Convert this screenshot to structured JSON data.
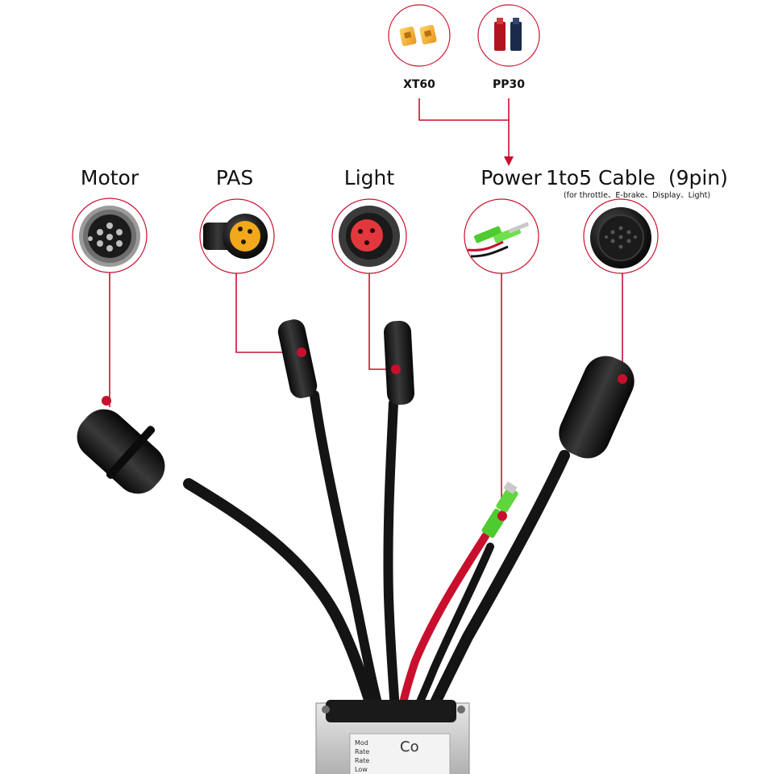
{
  "connectors": {
    "motor": "Motor",
    "pas": "PAS",
    "light": "Light",
    "power": "Power",
    "cable": "1to5 Cable  (9pin)",
    "cable_note": "(for throttle、E-brake、Display、Light)"
  },
  "power_plugs": {
    "xt60": "XT60",
    "pp30": "PP30"
  },
  "controller_label": {
    "head": "Co",
    "lines": [
      "Mod",
      "Rate",
      "Rate",
      "Low"
    ]
  },
  "colors": {
    "callout_red": "#c8102e",
    "cable_black": "#141414",
    "wire_red": "#c8102e",
    "connector_yellow": "#f2a81d",
    "connector_green": "#4ecb2e",
    "housing_silver": "#c9c9c9"
  }
}
